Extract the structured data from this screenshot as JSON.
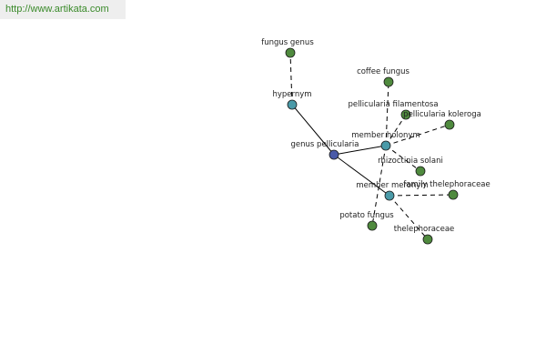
{
  "watermark": {
    "url": "http://www.artikata.com"
  },
  "colors": {
    "center": "#4a5aa8",
    "relation": "#4a9aa8",
    "leaf": "#4f8a3e"
  },
  "graph": {
    "nodes": [
      {
        "id": "genus_pellicularia",
        "label": "genus pellicularia",
        "kind": "center"
      },
      {
        "id": "hypernym",
        "label": "hypernym",
        "kind": "relation"
      },
      {
        "id": "member_holonym",
        "label": "member holonym",
        "kind": "relation"
      },
      {
        "id": "member_meronym",
        "label": "member meronym",
        "kind": "relation"
      },
      {
        "id": "fungus_genus",
        "label": "fungus genus",
        "kind": "leaf"
      },
      {
        "id": "coffee_fungus",
        "label": "coffee fungus",
        "kind": "leaf"
      },
      {
        "id": "pellicularia_filamentosa",
        "label": "pellicularia filamentosa",
        "kind": "leaf"
      },
      {
        "id": "pellicularia_koleroga",
        "label": "pellicularia koleroga",
        "kind": "leaf"
      },
      {
        "id": "rhizoctinia_solani",
        "label": "rhizoctinia solani",
        "kind": "leaf"
      },
      {
        "id": "family_thelephoraceae",
        "label": "family thelephoraceae",
        "kind": "leaf"
      },
      {
        "id": "potato_fungus",
        "label": "potato fungus",
        "kind": "leaf"
      },
      {
        "id": "thelephoraceae",
        "label": "thelephoraceae",
        "kind": "leaf"
      }
    ],
    "edges": [
      {
        "from": "genus_pellicularia",
        "to": "hypernym",
        "style": "solid"
      },
      {
        "from": "genus_pellicularia",
        "to": "member_holonym",
        "style": "solid"
      },
      {
        "from": "genus_pellicularia",
        "to": "member_meronym",
        "style": "solid"
      },
      {
        "from": "hypernym",
        "to": "fungus_genus",
        "style": "dashed"
      },
      {
        "from": "member_holonym",
        "to": "coffee_fungus",
        "style": "dashed"
      },
      {
        "from": "member_holonym",
        "to": "pellicularia_filamentosa",
        "style": "dashed"
      },
      {
        "from": "member_holonym",
        "to": "pellicularia_koleroga",
        "style": "dashed"
      },
      {
        "from": "member_holonym",
        "to": "potato_fungus",
        "style": "dashed"
      },
      {
        "from": "member_holonym",
        "to": "rhizoctinia_solani",
        "style": "dashed"
      },
      {
        "from": "member_meronym",
        "to": "family_thelephoraceae",
        "style": "dashed"
      },
      {
        "from": "member_meronym",
        "to": "thelephoraceae",
        "style": "dashed"
      }
    ]
  }
}
